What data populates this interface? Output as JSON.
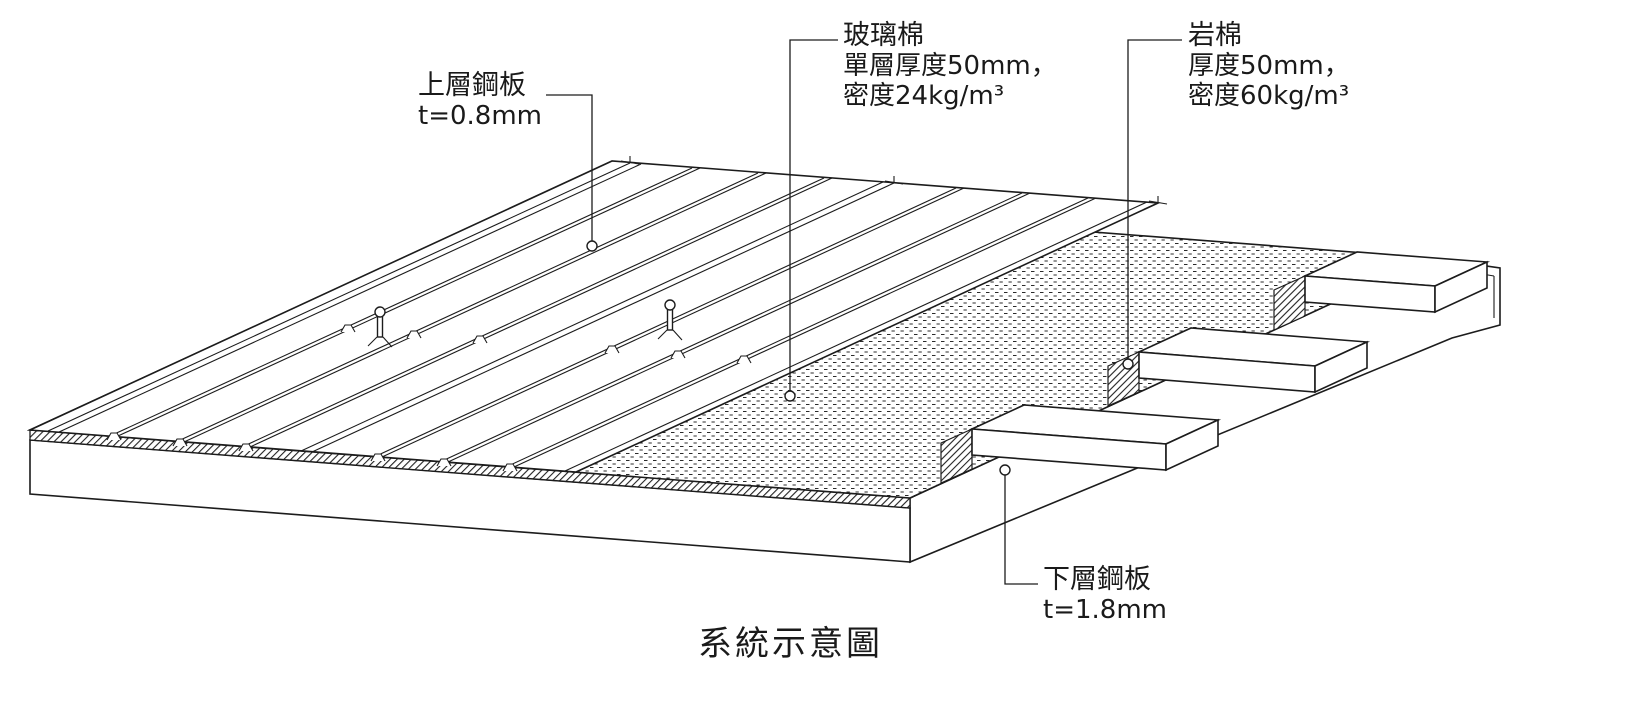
{
  "title": "系統示意圖",
  "labels": {
    "upper_steel": {
      "name": "上層鋼板",
      "spec": "t=0.8mm"
    },
    "glass_wool": {
      "name": "玻璃棉",
      "spec1": "單層厚度50mm，",
      "spec2": "密度24kg/m³"
    },
    "rock_wool": {
      "name": "岩棉",
      "spec1": "厚度50mm，",
      "spec2": "密度60kg/m³"
    },
    "lower_steel": {
      "name": "下層鋼板",
      "spec": "t=1.8mm"
    }
  },
  "colors": {
    "line": "#1c1c1c",
    "background": "#ffffff"
  }
}
